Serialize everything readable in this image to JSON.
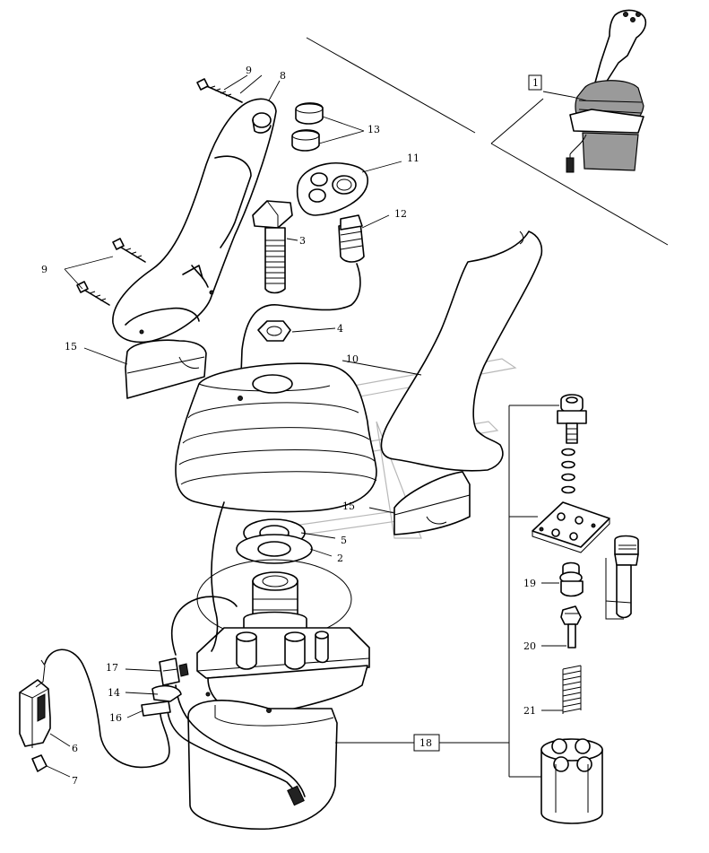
{
  "diagram": {
    "labels": {
      "l1": "1",
      "l2": "2",
      "l3": "3",
      "l4": "4",
      "l5": "5",
      "l6": "6",
      "l7": "7",
      "l8": "8",
      "l9a": "9",
      "l9b": "9",
      "l10": "10",
      "l11": "11",
      "l12": "12",
      "l13": "13",
      "l14": "14",
      "l15a": "15",
      "l15b": "15",
      "l16": "16",
      "l17": "17",
      "l18": "18",
      "l19": "19",
      "l20": "20",
      "l21": "21"
    }
  }
}
